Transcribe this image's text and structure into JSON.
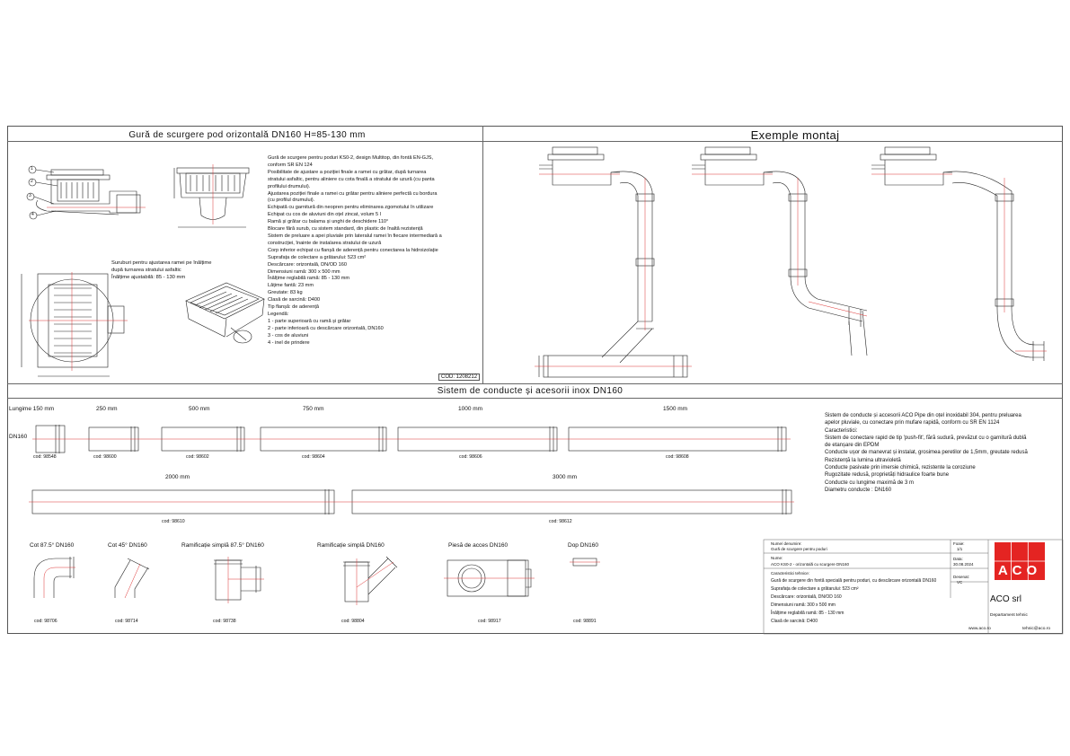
{
  "sections": {
    "left_title": "Gură de scurgere pod orizontală DN160 H=85-130 mm",
    "right_title": "Exemple montaj",
    "bottom_title": "Sistem de conducte și acesorii inox DN160"
  },
  "left_drawing": {
    "callouts": [
      "1",
      "2",
      "3",
      "4"
    ],
    "note_lines": [
      "Suruburi pentru ajustarea ramei pe înălțime",
      "după turnarea stratului asfaltic",
      "Înălțime ajustabilă: 85 - 130 mm"
    ],
    "code_label": "COD: 1208212"
  },
  "spec_lines": [
    "Gură de scurgere pentru poduri KS0-2, design Multitop, din fontă EN-GJS,",
    "conform SR EN 124",
    "Posibilitate de ajustare a poziției finale a ramei cu grătar, după turnarea",
    "stratului asfaltic, pentru aliniere cu cota finală a stratului de uzură (cu panta",
    "profilului drumului).",
    "Ajustarea poziției finale a ramei cu grătar pentru aliniere perfectă cu bordura",
    "(cu profilul drumului).",
    "Echipată cu garnitură din neopren pentru eliminarea zgomotului în utilizare",
    "Echipat cu cos de aluviuni din oțel zincat, volum 5 l",
    "Ramă și grătar cu balama și unghi de deschidere 110°",
    "Blocare fără surub, cu sistem standard, din plastic de înaltă rezistență",
    "Sistem de preluare a apei pluviale prin lateralul ramei în fiecare intermediară a",
    "construcției, înainte de instalarea stratului de uzură",
    "Corp inferior echipat cu flanșă de aderență pentru conectarea la hidroizolație",
    "Suprafața de colectare a grătarului: 523 cm²",
    "Descărcare: orizontală, DN/OD 160",
    "Dimensiuni ramă: 300 x 500 mm",
    "Înălțime reglabilă ramă: 85 - 130 mm",
    "Lățime fantă: 23 mm",
    "Greutate: 83 kg",
    "Clasă de sarcină: D400",
    "Tip flanșă: de aderență",
    "Legendă:",
    "1 - parte superioară cu ramă și grătar",
    "2 - parte inferioară cu descărcare orizontală, DN160",
    "3 - cos de aluviuni",
    "4 - inel de prindere"
  ],
  "pipes": {
    "row_label": "DN160",
    "lengths": [
      {
        "label": "Lungime 150 mm",
        "code": "cod: 98548"
      },
      {
        "label": "250 mm",
        "code": "cod: 98600"
      },
      {
        "label": "500 mm",
        "code": "cod: 98602"
      },
      {
        "label": "750 mm",
        "code": "cod: 98604"
      },
      {
        "label": "1000 mm",
        "code": "cod: 98606"
      },
      {
        "label": "1500 mm",
        "code": "cod: 98608"
      },
      {
        "label": "2000 mm",
        "code": "cod: 98610"
      },
      {
        "label": "3000 mm",
        "code": "cod: 98612"
      }
    ]
  },
  "fittings": [
    {
      "label": "Cot 87.5° DN160",
      "code": "cod: 98706"
    },
    {
      "label": "Cot 45° DN160",
      "code": "cod: 98714"
    },
    {
      "label": "Ramificație simplă 87.5° DN160",
      "code": "cod: 98738"
    },
    {
      "label": "Ramificație simplă DN160",
      "code": "cod: 98804"
    },
    {
      "label": "Piesă de acces DN160",
      "code": "cod: 98917"
    },
    {
      "label": "Dop DN160",
      "code": "cod: 98891"
    }
  ],
  "system_text": [
    "Sistem de conducte și accesorii ACO Pipe din oțel inoxidabil 304, pentru preluarea",
    "apelor pluviale, cu conectare prin mufare rapidă, conform cu SR EN 1124",
    "Caracteristici:",
    "Sistem de conectare rapid de tip 'push-fit', fără sudură, prevăzut cu o garnitură dublă",
    "de etanșare din EPDM",
    "Conducte ușor de manevrat și instalat, grosimea peretilor de 1,5mm, greutate redusă",
    "Rezistență la lumina ultravioletă",
    "Conducte pasivate prin imersie chimică, rezistente la coroziune",
    "Rugozitate redusă, proprietăți hidraulice foarte bune",
    "Conducte cu lungime maximă de 3 m",
    "Diametru conducte : DN160"
  ],
  "title_block": {
    "name_label": "Nume/ denumire:",
    "name_value": "Gură de scurgere pentru poduri",
    "sheet_label": "Foaie:",
    "sheet_value": "1/1",
    "object_label": "Nume:",
    "object_value": "ACO KS0-2 - orizontală cu scurgere DN160",
    "date_label": "Data:",
    "date_value": "30.08.2024",
    "features_label": "Caracteristici tehnice:",
    "features": [
      "Gură de scurgere din fontă specială pentru poduri, cu descărcare orizontală DN160",
      "Suprafața de colectare a grătarului: 523 cm²",
      "Descărcare: orizontală, DN/OD 160",
      "Dimensiuni ramă: 300 x 500 mm",
      "Înălțime reglabilă ramă: 85 - 130 mm",
      "Clasă de sarcină: D400"
    ],
    "drawn_label": "Desenat:",
    "drawn_value": "VC",
    "brand": "ACO",
    "company": "ACO srl",
    "department": "Departament tehnic",
    "website": "www.aco.ro",
    "email": "tehnic@aco.ro"
  },
  "colors": {
    "brand_red": "#e42422",
    "axis_red": "#d33"
  }
}
